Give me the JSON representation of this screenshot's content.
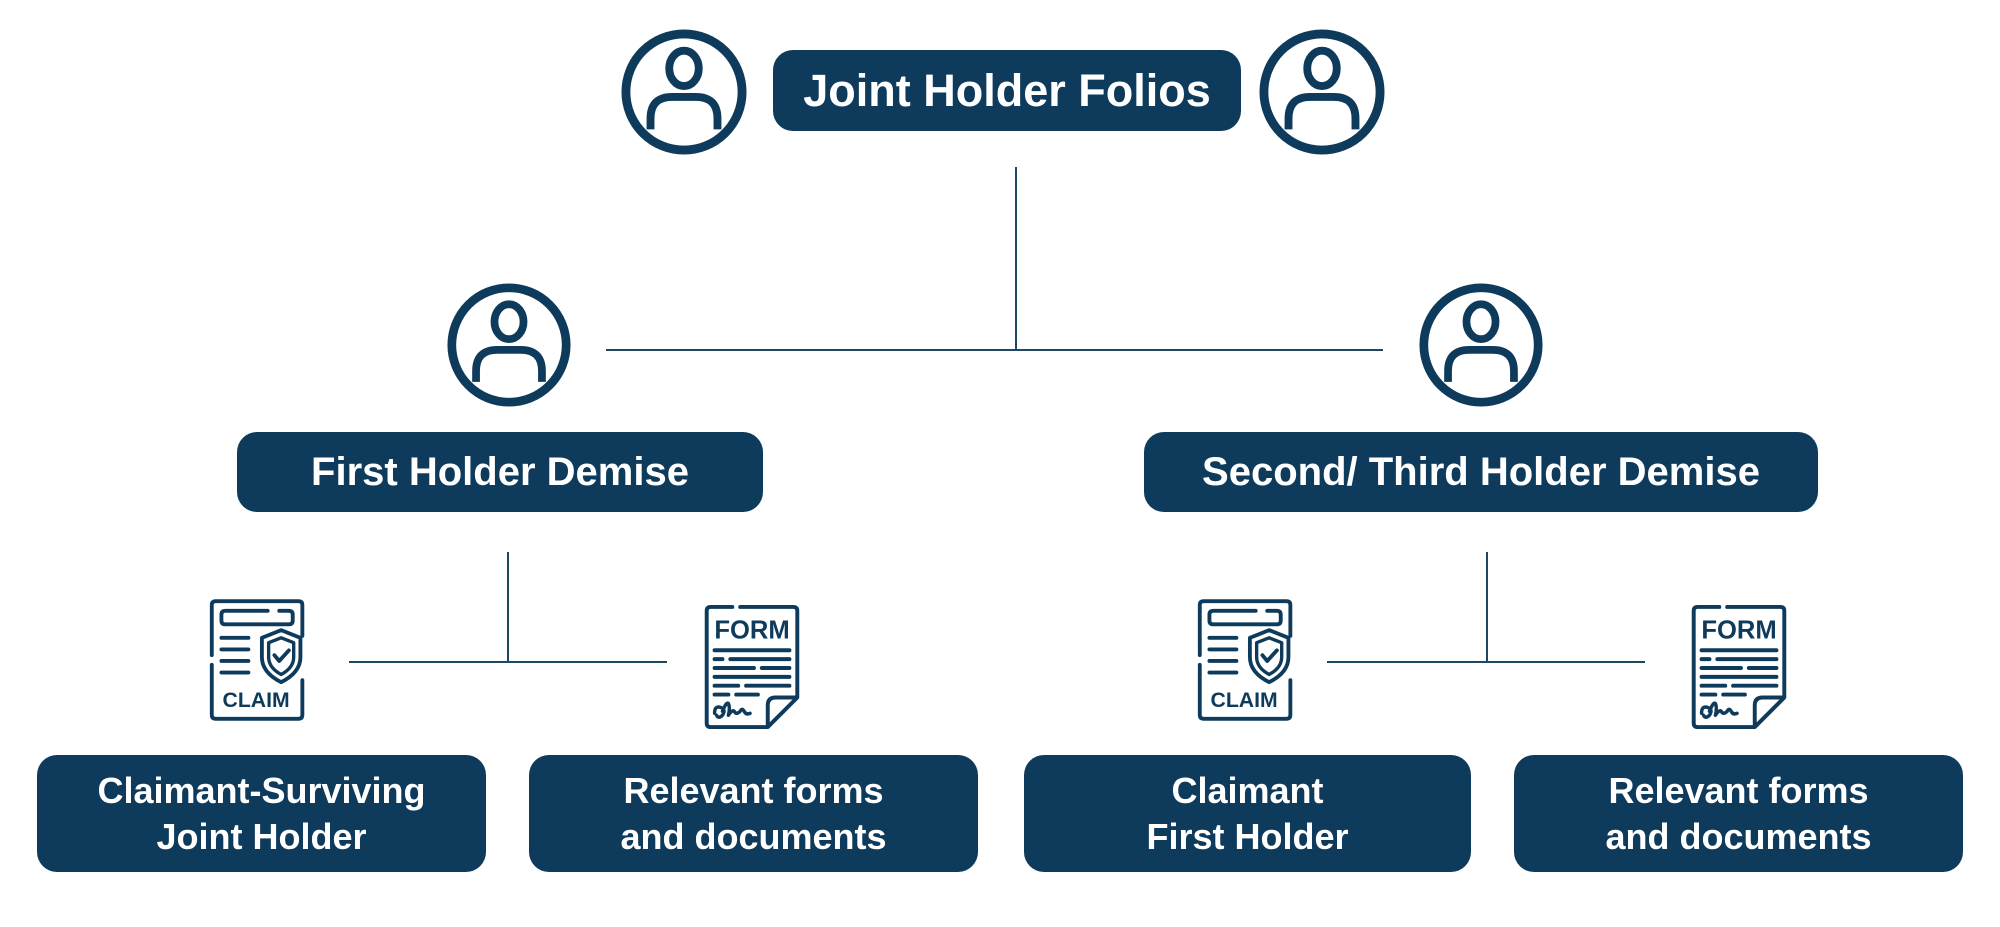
{
  "diagram": {
    "root": {
      "label": "Joint Holder Folios",
      "icons": [
        "person-circle-icon",
        "person-circle-icon"
      ]
    },
    "branches": [
      {
        "label": "First Holder Demise",
        "icon": "person-circle-icon",
        "children": [
          {
            "icon": "claim-document-icon",
            "icon_text": "CLAIM",
            "lines": [
              "Claimant-Surviving",
              "Joint Holder"
            ]
          },
          {
            "icon": "form-document-icon",
            "icon_text": "FORM",
            "lines": [
              "Relevant forms",
              "and documents"
            ]
          }
        ]
      },
      {
        "label": "Second/ Third Holder Demise",
        "icon": "person-circle-icon",
        "children": [
          {
            "icon": "claim-document-icon",
            "icon_text": "CLAIM",
            "lines": [
              "Claimant",
              "First Holder"
            ]
          },
          {
            "icon": "form-document-icon",
            "icon_text": "FORM",
            "lines": [
              "Relevant forms",
              "and documents"
            ]
          }
        ]
      }
    ]
  },
  "colors": {
    "primary": "#0e3b5c",
    "connector": "#1d4663",
    "text_on_primary": "#ffffff",
    "background": "#ffffff"
  }
}
